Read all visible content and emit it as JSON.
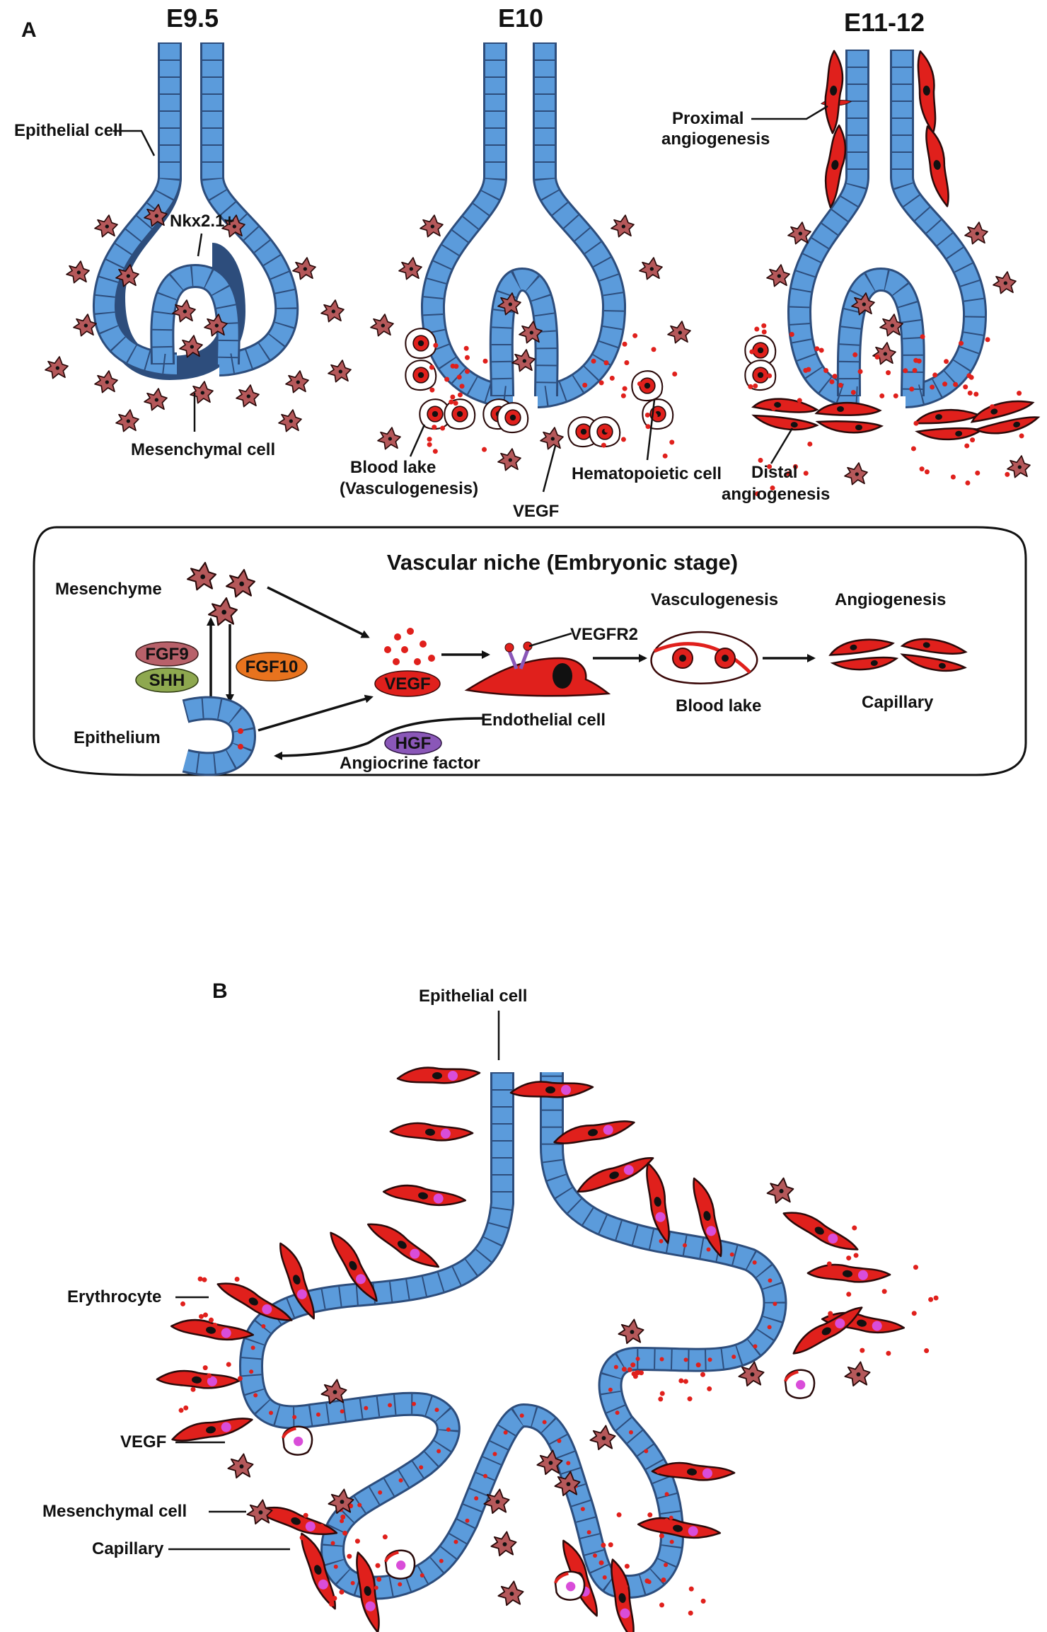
{
  "panel_a": {
    "letter": "A",
    "stages": {
      "e95": "E9.5",
      "e10": "E10",
      "e1112": "E11-12"
    },
    "labels": {
      "epithelial_cell": "Epithelial cell",
      "nkx21": "Nkx2.1+",
      "mesenchymal_cell": "Mesenchymal cell",
      "blood_lake_line1": "Blood lake",
      "blood_lake_line2": "(Vasculogenesis)",
      "vegf": "VEGF",
      "hematopoietic_cell": "Hematopoietic cell",
      "proximal_line1": "Proximal",
      "proximal_line2": "angiogenesis",
      "distal_line1": "Distal",
      "distal_line2": "angiogenesis"
    },
    "niche": {
      "title": "Vascular niche (Embryonic stage)",
      "mesenchyme": "Mesenchyme",
      "epithelium": "Epithelium",
      "fgf9": "FGF9",
      "shh": "SHH",
      "fgf10": "FGF10",
      "vegf": "VEGF",
      "vegfr2": "VEGFR2",
      "endothelial_cell": "Endothelial cell",
      "hgf": "HGF",
      "angiocrine_factor": "Angiocrine factor",
      "vasculogenesis": "Vasculogenesis",
      "angiogenesis": "Angiogenesis",
      "blood_lake": "Blood lake",
      "capillary": "Capillary"
    }
  },
  "panel_b": {
    "letter": "B",
    "labels": {
      "epithelial_cell": "Epithelial cell",
      "erythrocyte": "Erythrocyte",
      "vegf": "VEGF",
      "mesenchymal_cell": "Mesenchymal cell",
      "capillary": "Capillary"
    }
  },
  "colors": {
    "epithelium_fill": "#5b9bdb",
    "epithelium_stroke": "#2d4d7c",
    "mesenchyme": "#b5585a",
    "endothelium": "#e0201c",
    "erythrocyte": "#d94dd9",
    "fgf9": "#b8616a",
    "shh": "#8ea84f",
    "fgf10": "#e8731e",
    "vegf_pill": "#e0201c",
    "hgf": "#8a57b8"
  }
}
